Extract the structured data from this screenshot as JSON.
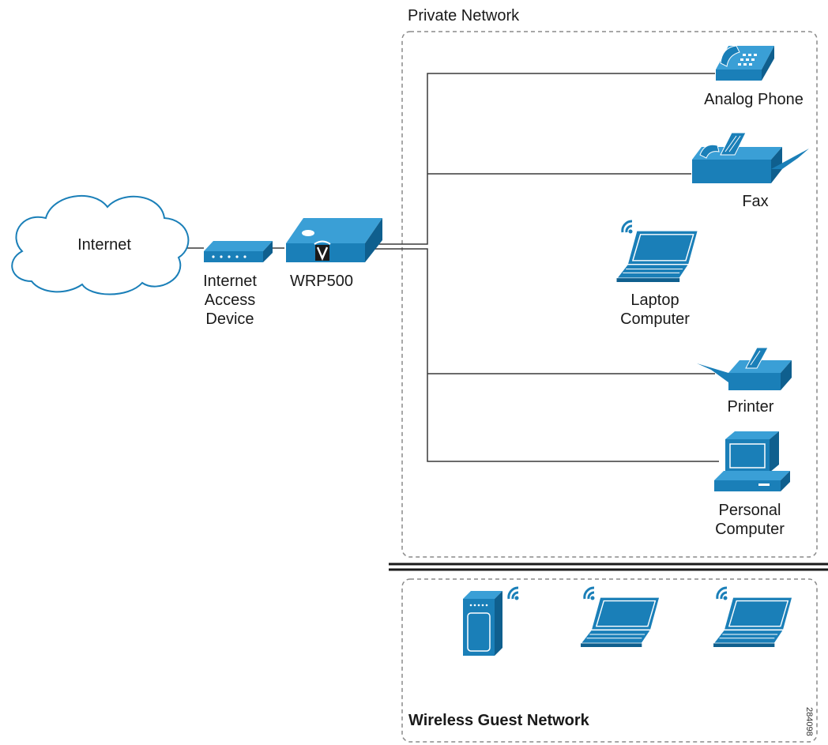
{
  "colors": {
    "device": "#1a7fb8",
    "device_dark": "#0f5f8e",
    "line": "#3a3a3a",
    "border": "#8a8a8a"
  },
  "zones": {
    "private_network": "Private Network",
    "wireless_guest_network": "Wireless Guest Network"
  },
  "nodes": {
    "internet": "Internet",
    "access_device": [
      "Internet",
      "Access",
      "Device"
    ],
    "router": "WRP500",
    "analog_phone": "Analog Phone",
    "fax": "Fax",
    "laptop": [
      "Laptop",
      "Computer"
    ],
    "printer": "Printer",
    "pc": [
      "Personal",
      "Computer"
    ]
  },
  "icons": {
    "internet": "cloud-icon",
    "access_device": "modem-icon",
    "router": "router-icon",
    "analog_phone": "phone-icon",
    "fax": "fax-icon",
    "laptop": "laptop-icon",
    "printer": "printer-icon",
    "pc": "desktop-computer-icon",
    "guest_devices": [
      "wireless-pda-icon",
      "wireless-laptop-icon",
      "wireless-laptop-icon"
    ]
  },
  "figure_id": "284098"
}
